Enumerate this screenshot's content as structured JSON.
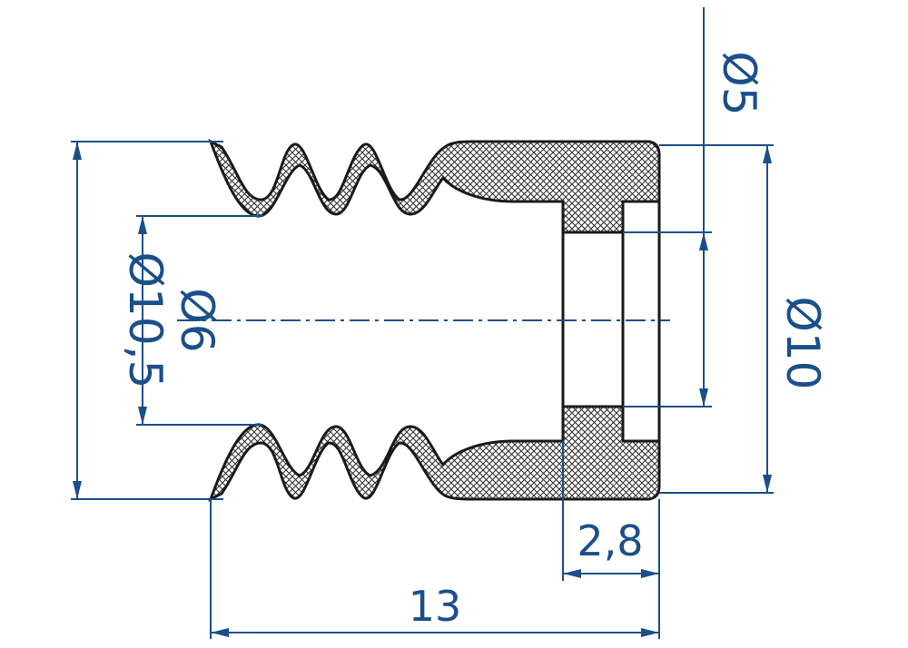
{
  "colors": {
    "dimension": "#1a4f8a",
    "outline": "#1a1a1a",
    "hatch": "#333333",
    "background": "#ffffff"
  },
  "dimensions": {
    "length_total": "13",
    "rim_thickness": "2,8",
    "inner_diameter": "Ø6",
    "outer_diameter": "Ø10,5",
    "cap_diameter": "Ø10",
    "bore_diameter": "Ø5"
  }
}
